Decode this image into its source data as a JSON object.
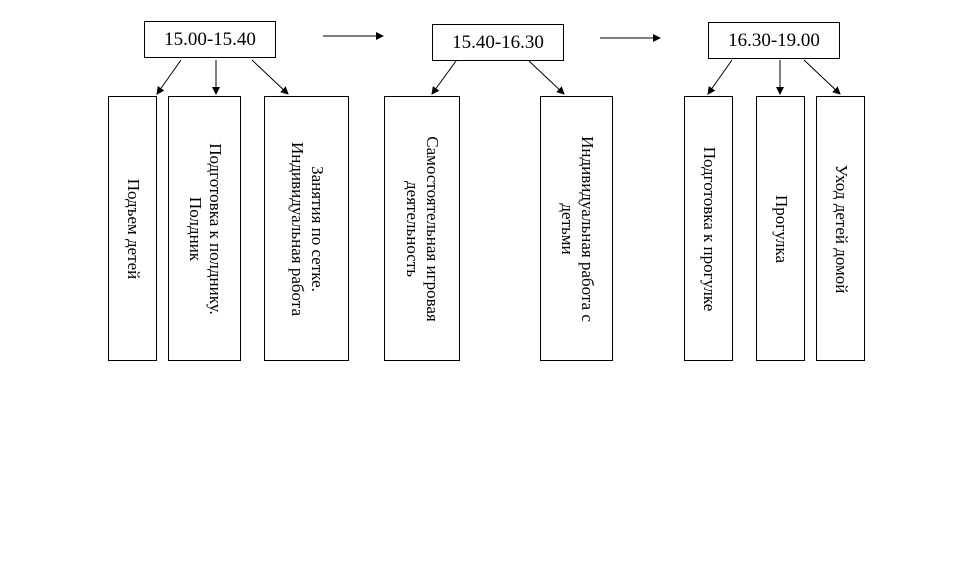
{
  "time_slots": [
    {
      "time": "15.00-15.40",
      "activities": [
        [
          "Подъем детей"
        ],
        [
          "Подготовка к полднику.",
          "Полдник"
        ],
        [
          "Занятия по сетке.",
          "Индивидуальная работа"
        ]
      ]
    },
    {
      "time": "15.40-16.30",
      "activities": [
        [
          "Самостоятельная игровая",
          "деятельность"
        ],
        [
          "Индивидуальная работа с",
          "детьми"
        ]
      ]
    },
    {
      "time": "16.30-19.00",
      "activities": [
        [
          "Подготовка к прогулке"
        ],
        [
          "Прогулка"
        ],
        [
          "Уход детей домой"
        ]
      ]
    }
  ]
}
